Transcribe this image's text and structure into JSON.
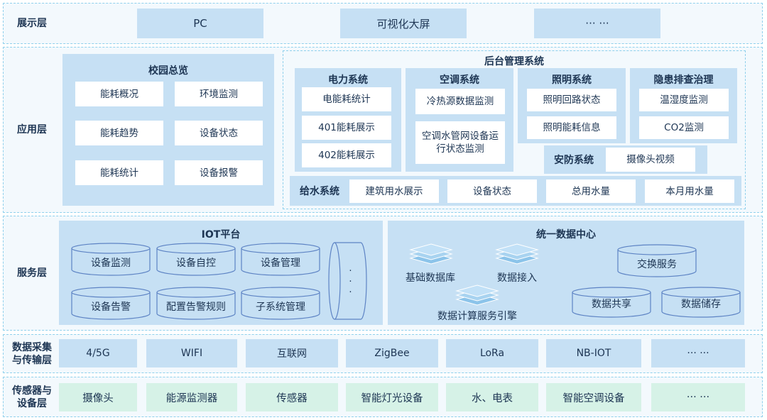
{
  "layers": {
    "presentation": {
      "label": "展示层",
      "items": [
        "PC",
        "可视化大屏",
        "··· ···"
      ]
    },
    "application": {
      "label": "应用层",
      "campus": {
        "title": "校园总览",
        "items": [
          "能耗概况",
          "环境监测",
          "能耗趋势",
          "设备状态",
          "能耗统计",
          "设备报警"
        ]
      },
      "backend": {
        "title": "后台管理系统",
        "power": {
          "title": "电力系统",
          "items": [
            "电能耗统计",
            "401能耗展示",
            "402能耗展示"
          ]
        },
        "hvac": {
          "title": "空调系统",
          "items": [
            "冷热源数据监测",
            "空调水管网设备运行状态监测"
          ]
        },
        "lighting": {
          "title": "照明系统",
          "items": [
            "照明回路状态",
            "照明能耗信息"
          ]
        },
        "hazard": {
          "title": "隐患排查治理",
          "items": [
            "温湿度监测",
            "CO2监测"
          ]
        },
        "security": {
          "title": "安防系统",
          "items": [
            "摄像头视频"
          ]
        },
        "water": {
          "title": "给水系统",
          "items": [
            "建筑用水展示",
            "设备状态",
            "总用水量",
            "本月用水量"
          ]
        }
      }
    },
    "service": {
      "label": "服务层",
      "iot": {
        "title": "IOT平台",
        "items": [
          "设备监测",
          "设备自控",
          "设备管理",
          "设备告警",
          "配置告警规则",
          "子系统管理"
        ],
        "more": "···"
      },
      "datacenter": {
        "title": "统一数据中心",
        "stacks": [
          "基础数据库",
          "数据接入",
          "数据计算服务引擎"
        ],
        "cylinders": [
          "交换服务",
          "数据共享",
          "数据储存"
        ]
      }
    },
    "transport": {
      "label_line1": "数据采集",
      "label_line2": "与传输层",
      "items": [
        "4/5G",
        "WIFI",
        "互联网",
        "ZigBee",
        "LoRa",
        "NB-IOT",
        "··· ···"
      ]
    },
    "sensor": {
      "label_line1": "传感器与",
      "label_line2": "设备层",
      "items": [
        "摄像头",
        "能源监测器",
        "传感器",
        "智能灯光设备",
        "水、电表",
        "智能空调设备",
        "··· ···"
      ]
    }
  },
  "colors": {
    "panel": "#c6e0f4",
    "sensor": "#d6f2e7",
    "border": "#8fd0ec",
    "text": "#1d3553"
  }
}
